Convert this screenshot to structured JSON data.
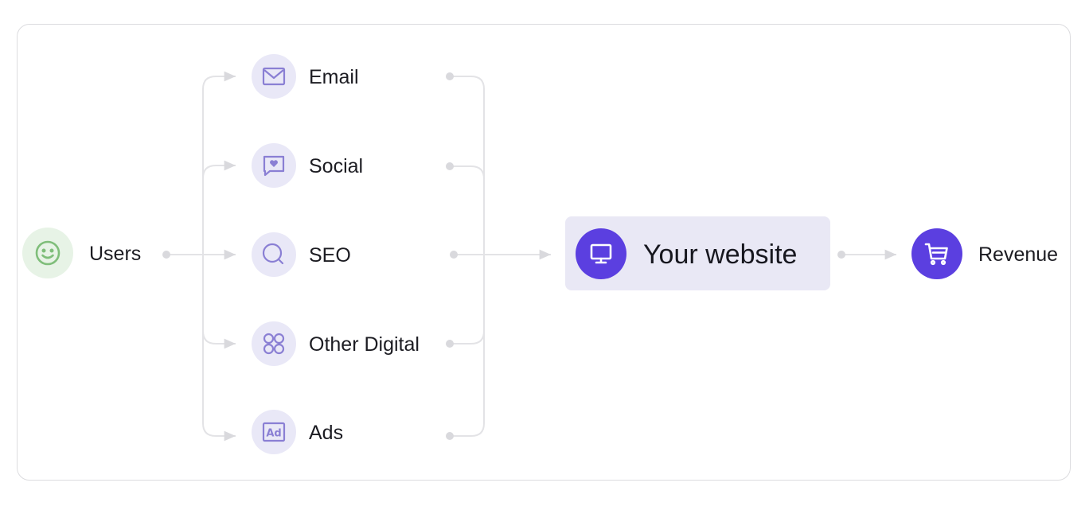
{
  "diagram": {
    "source": {
      "label": "Users",
      "icon": "smiley-icon"
    },
    "channels": [
      {
        "label": "Email",
        "icon": "envelope-icon"
      },
      {
        "label": "Social",
        "icon": "chat-heart-icon"
      },
      {
        "label": "SEO",
        "icon": "magnifier-icon"
      },
      {
        "label": "Other Digital",
        "icon": "grid-circles-icon"
      },
      {
        "label": "Ads",
        "icon": "ad-badge-icon"
      }
    ],
    "target": {
      "label": "Your website",
      "icon": "monitor-icon"
    },
    "outcome": {
      "label": "Revenue",
      "icon": "shopping-cart-icon"
    }
  },
  "colors": {
    "accent": "#5b3fe0",
    "channel_icon_bg": "#e9e8f7",
    "channel_icon_stroke": "#8a7fd4",
    "users_icon_bg": "#e7f3e6",
    "users_icon_stroke": "#7fbe7a",
    "website_box_bg": "#e9e8f5",
    "connector": "#e3e3e6"
  }
}
